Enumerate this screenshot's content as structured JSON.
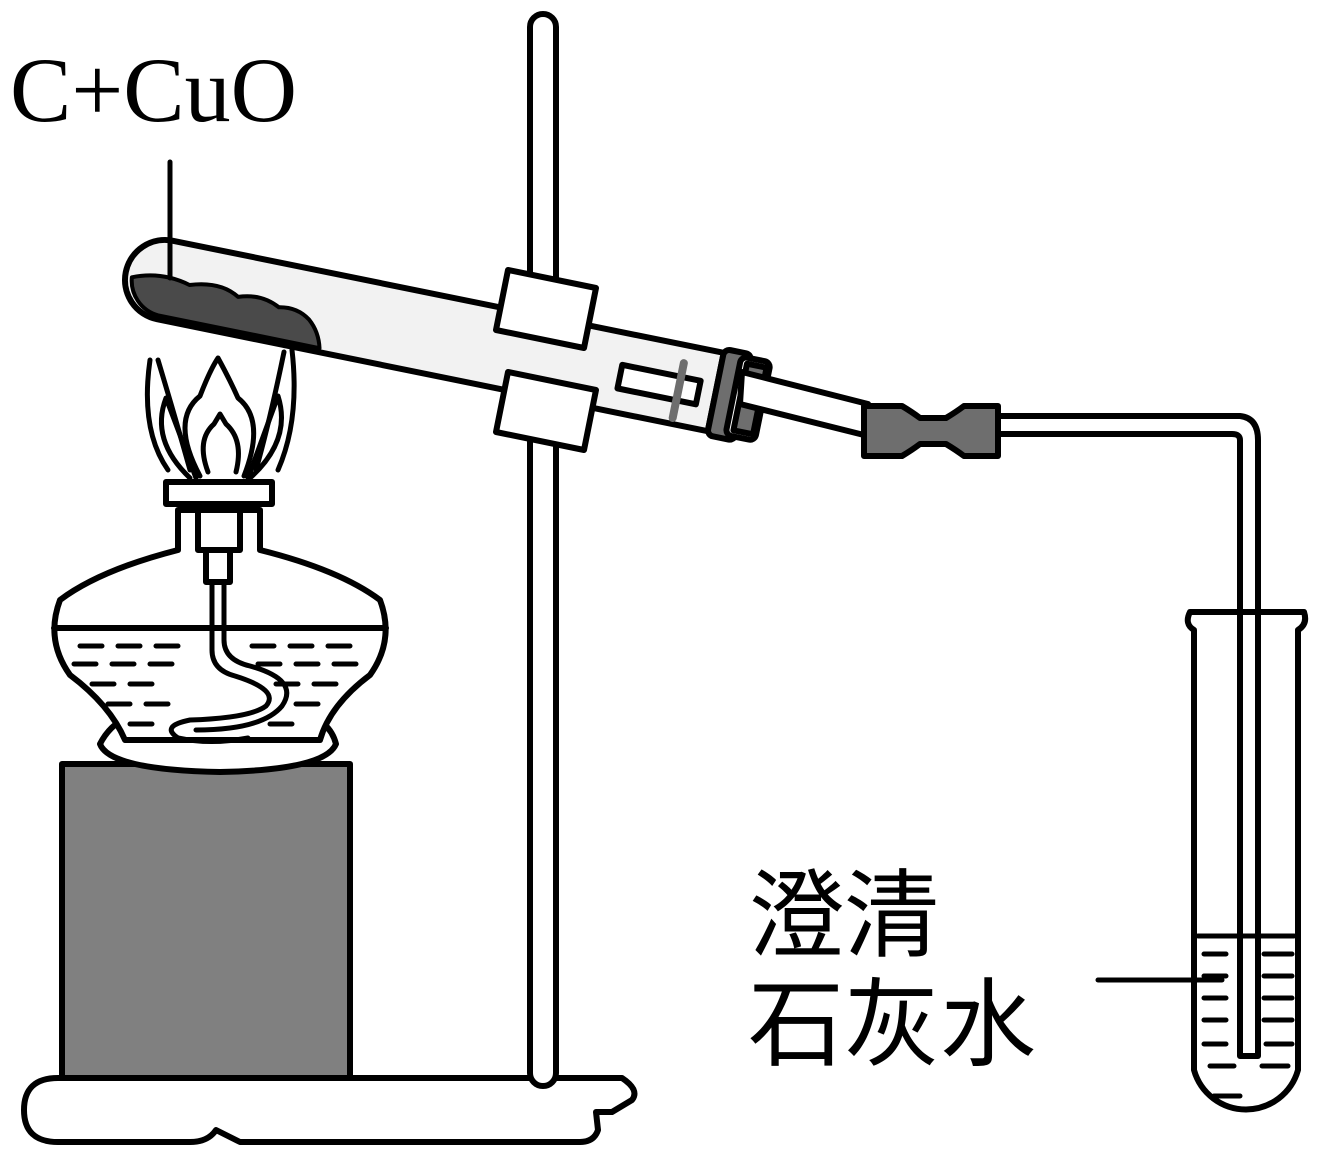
{
  "labels": {
    "reagent": "C+CuO",
    "limewater_line1": "澄清",
    "limewater_line2": "石灰水"
  },
  "colors": {
    "stroke": "#000000",
    "block_fill": "#808080",
    "powder_fill": "#4a4a4a",
    "stopper_fill": "#6e6e6e",
    "glass_fill": "#f2f2f2",
    "background": "#ffffff"
  },
  "components": [
    "test-tube",
    "carbon-copper-oxide-powder",
    "rubber-stopper",
    "delivery-tube",
    "rubber-connector",
    "iron-stand",
    "clamp",
    "alcohol-lamp",
    "lamp-flame",
    "wooden-block",
    "receiving-test-tube",
    "limewater"
  ]
}
